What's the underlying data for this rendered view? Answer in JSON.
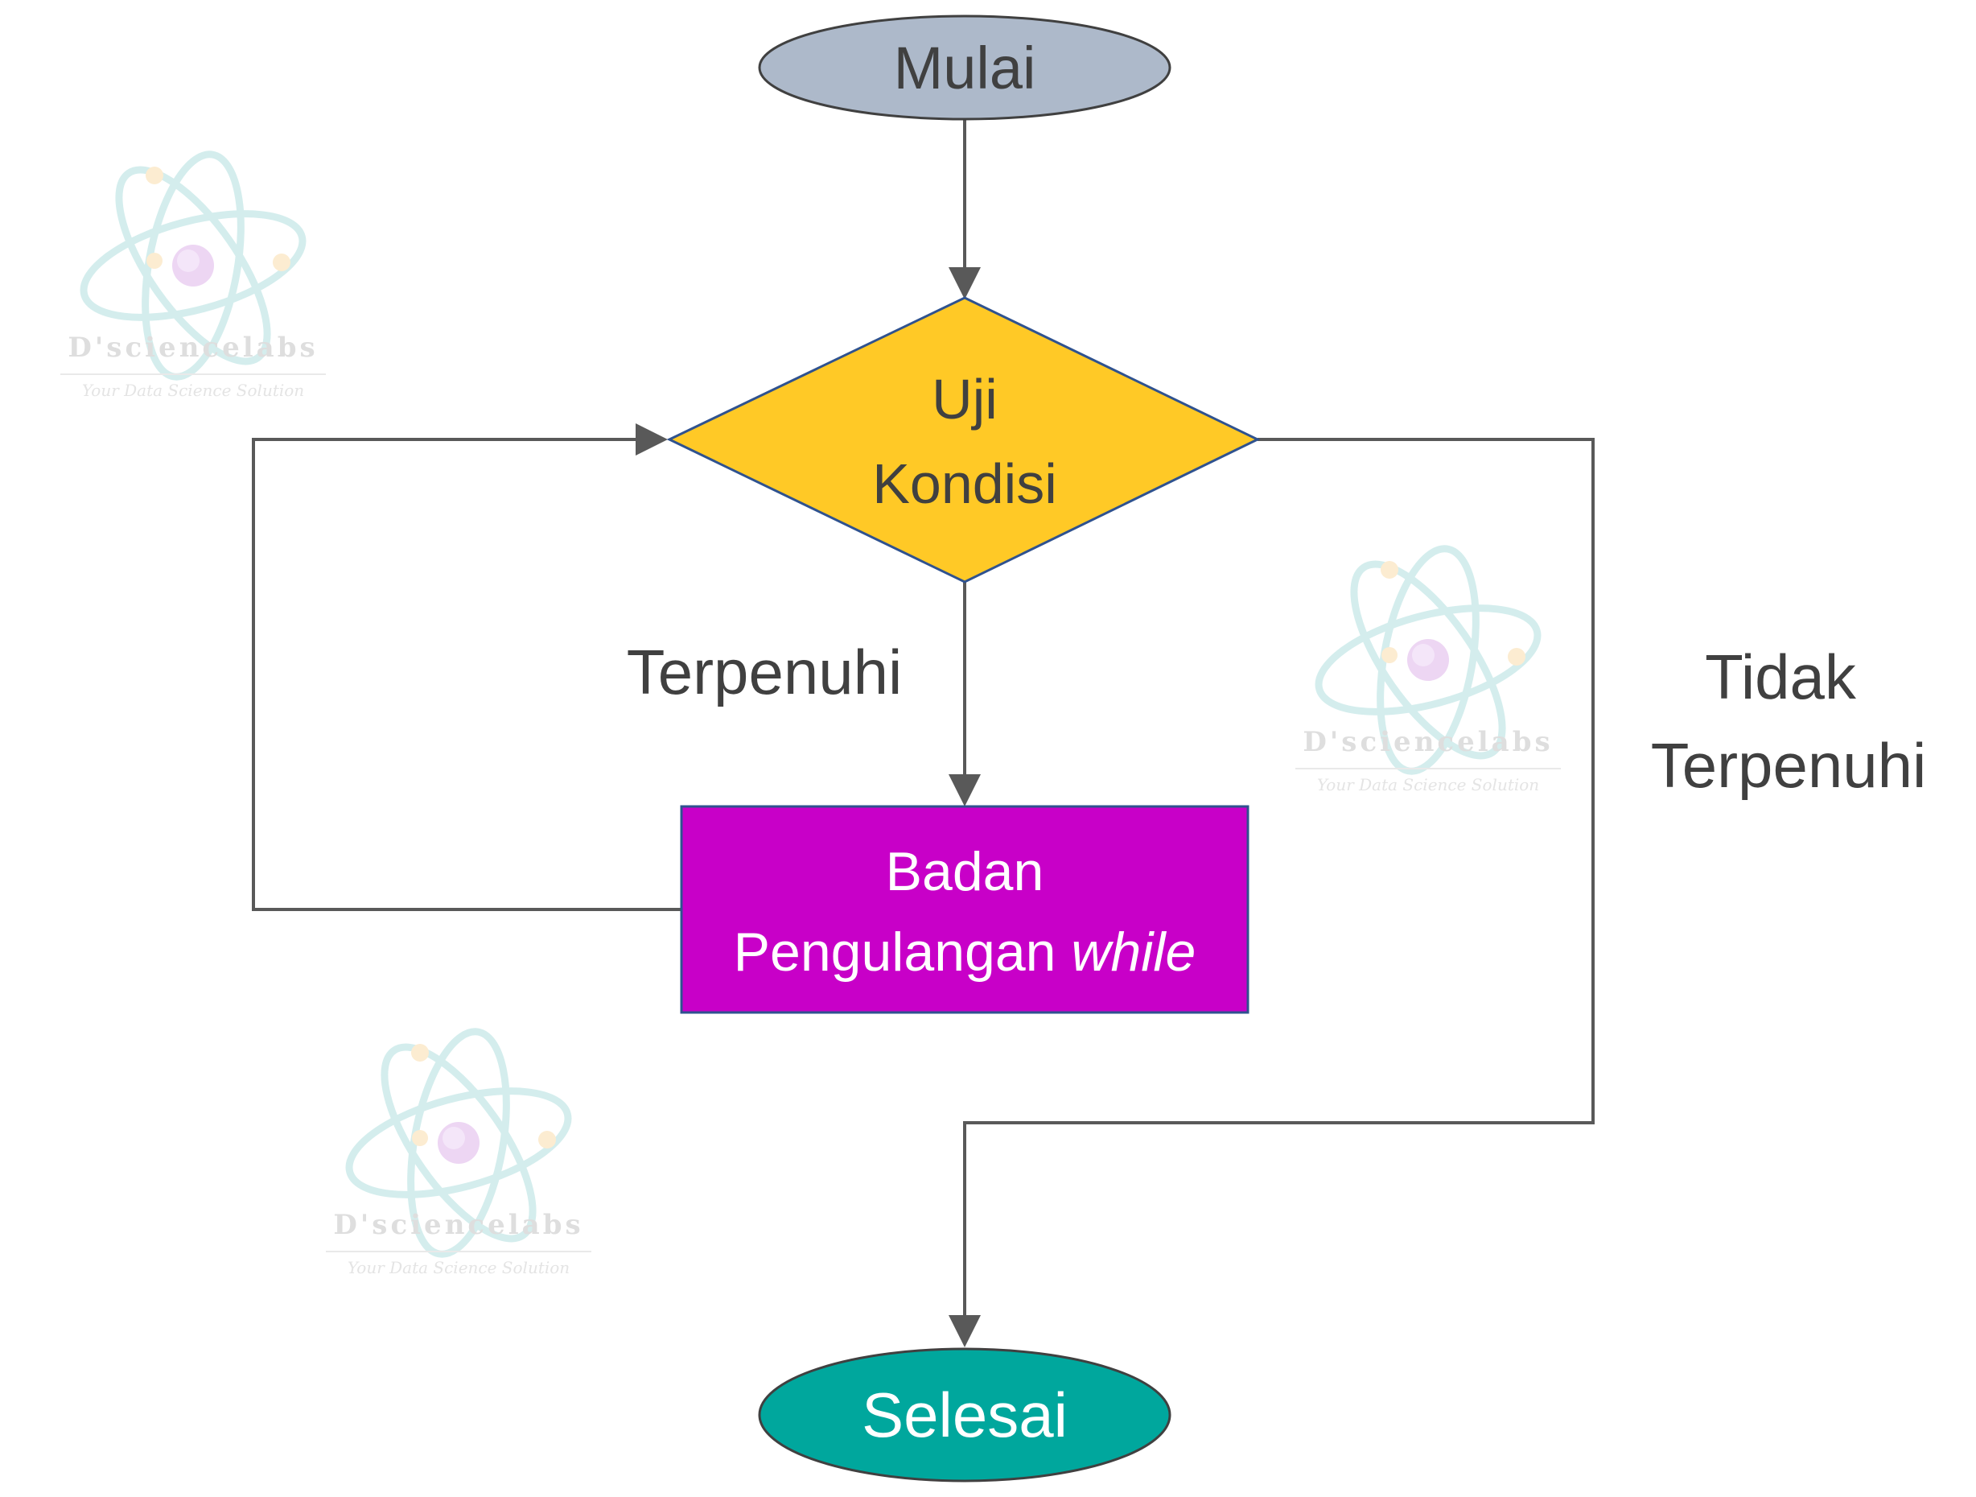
{
  "flowchart": {
    "start": {
      "label": "Mulai",
      "color": "#ADB9CA"
    },
    "decision": {
      "line1": "Uji",
      "line2": "Kondisi",
      "color": "#FFC926"
    },
    "body": {
      "line1": "Badan",
      "line2_prefix": "Pengulangan ",
      "line2_keyword": "while",
      "color": "#C800C8",
      "text_color": "#FFFFFF"
    },
    "end": {
      "label": "Selesai",
      "color": "#00A79D",
      "text_color": "#FFFFFF"
    },
    "edge_true_label": "Terpenuhi",
    "edge_false_label_line1": "Tidak",
    "edge_false_label_line2": "Terpenuhi",
    "connector_color": "#595959",
    "text_color": "#404040",
    "outline_color": "#2F528F"
  },
  "watermarks": [
    {
      "title": "D'sciencelabs",
      "subtitle": "Your Data Science Solution"
    },
    {
      "title": "D'sciencelabs",
      "subtitle": "Your Data Science Solution"
    },
    {
      "title": "D'sciencelabs",
      "subtitle": "Your Data Science Solution"
    }
  ]
}
